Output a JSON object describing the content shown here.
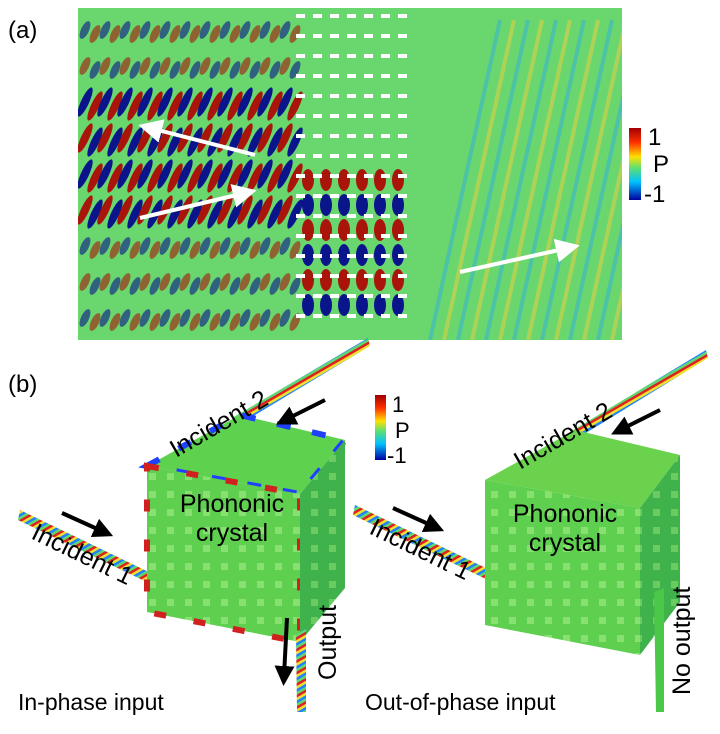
{
  "panel_a": {
    "label": "(a)",
    "colorbar": {
      "max": "1",
      "quantity": "P",
      "min": "-1"
    }
  },
  "panel_b": {
    "label": "(b)",
    "colorbar": {
      "max": "1",
      "quantity": "P",
      "min": "-1"
    },
    "left": {
      "incident_1": "Incident 1",
      "incident_2": "Incident 2",
      "crystal_line1": "Phononic",
      "crystal_line2": "crystal",
      "output": "Output",
      "caption": "In-phase input"
    },
    "right": {
      "incident_1": "Incident 1",
      "incident_2": "Incident 2",
      "crystal_line1": "Phononic",
      "crystal_line2": "crystal",
      "output": "No output",
      "caption": "Out-of-phase input"
    }
  },
  "colors": {
    "field_bg": "#6ad66e",
    "positive": "#b00000",
    "negative": "#00008f",
    "arrow_a": "#ffffff",
    "arrow_b": "#000000"
  }
}
